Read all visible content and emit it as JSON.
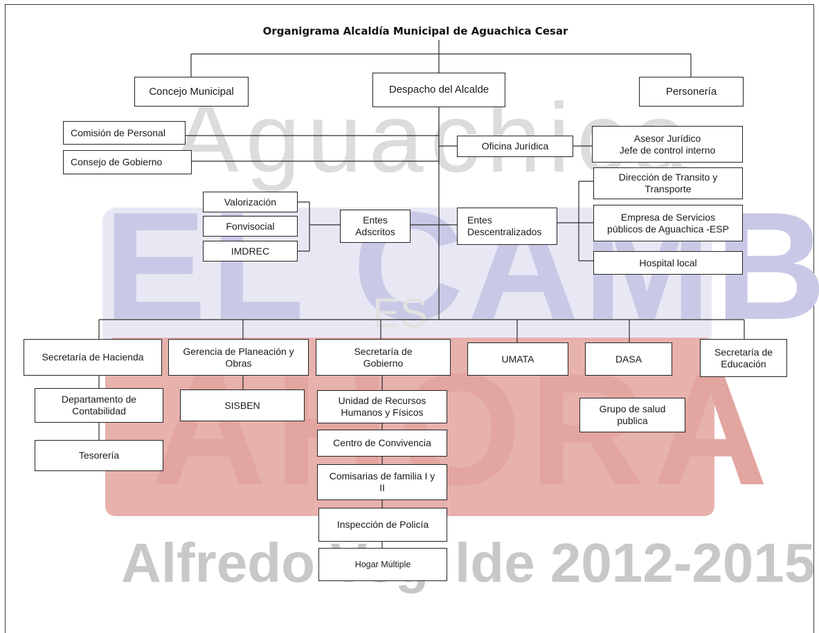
{
  "title": "Organigrama Alcaldía Municipal de Aguachica Cesar",
  "watermark": {
    "line1": "Aguachica",
    "line2": "EL CAMBIO",
    "line3": "ES",
    "line4": "AHORA",
    "line5a": "Alfredo Veg",
    "line5b": "lde 2012-2015"
  },
  "nodes": {
    "concejo": "Concejo Municipal",
    "despacho": "Despacho del Alcalde",
    "personeria": "Personería",
    "comision": "Comisión de Personal",
    "consejo": "Consejo de Gobierno",
    "oficina_juridica": "Oficina Jurídica",
    "asesor_1": "Asesor Jurídico",
    "asesor_2": "Jefe de control interno",
    "direccion_transito_1": "Dirección de Transito y",
    "direccion_transito_2": "Transporte",
    "empresa_1": "Empresa de Servicios",
    "empresa_2": "públicos de Aguachica -ESP",
    "hospital": "Hospital local",
    "valorizacion": "Valorización",
    "fonvisocial": "Fonvisocial",
    "imdrec": "IMDREC",
    "entes_adscritos_1": "Entes",
    "entes_adscritos_2": "Adscritos",
    "entes_desc_1": "Entes",
    "entes_desc_2": "Descentralizados",
    "hacienda": "Secretaría de Hacienda",
    "planeacion_1": "Gerencia de Planeación y",
    "planeacion_2": "Obras",
    "gobierno_1": "Secretaría de",
    "gobierno_2": "Gobierno",
    "umata": "UMATA",
    "dasa": "DASA",
    "educacion_1": "Secretaría de",
    "educacion_2": "Educación",
    "contabilidad_1": "Departamento de",
    "contabilidad_2": "Contabilidad",
    "tesoreria": "Tesorería",
    "sisben": "SISBEN",
    "recursos_1": "Unidad de Recursos",
    "recursos_2": "Humanos y Físicos",
    "convivencia": "Centro de Convivencia",
    "comisarias_1": "Comisarias de familia I y",
    "comisarias_2": "II",
    "inspeccion": "Inspección de Policía",
    "hogar": "Hogar Múltiple",
    "salud_1": "Grupo de salud",
    "salud_2": "publica"
  }
}
